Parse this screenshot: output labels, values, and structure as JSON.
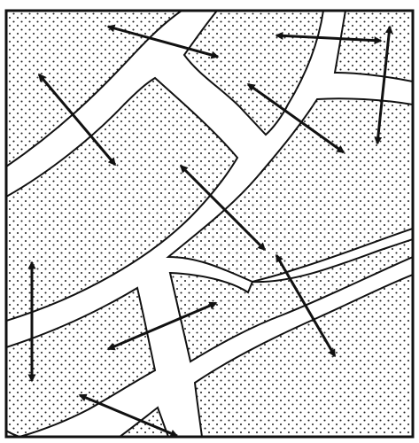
{
  "diagram": {
    "colors": {
      "background": "#ffffff",
      "ink": "#111111",
      "dot": "#222222",
      "road": "#ffffff"
    },
    "parcels": [
      {
        "id": "parcel-1"
      },
      {
        "id": "parcel-2"
      },
      {
        "id": "parcel-3"
      },
      {
        "id": "parcel-4"
      },
      {
        "id": "parcel-5"
      },
      {
        "id": "parcel-6"
      },
      {
        "id": "parcel-7"
      },
      {
        "id": "parcel-8"
      },
      {
        "id": "parcel-9"
      },
      {
        "id": "parcel-10"
      },
      {
        "id": "parcel-11"
      }
    ],
    "arrows": [
      {
        "id": "arrow-1",
        "type": "double-headed"
      },
      {
        "id": "arrow-2",
        "type": "double-headed"
      },
      {
        "id": "arrow-3",
        "type": "double-headed"
      },
      {
        "id": "arrow-4",
        "type": "double-headed"
      },
      {
        "id": "arrow-5",
        "type": "double-headed"
      },
      {
        "id": "arrow-6",
        "type": "double-headed"
      },
      {
        "id": "arrow-7",
        "type": "double-headed"
      },
      {
        "id": "arrow-8",
        "type": "double-headed"
      },
      {
        "id": "arrow-9",
        "type": "double-headed"
      },
      {
        "id": "arrow-10",
        "type": "double-headed"
      },
      {
        "id": "arrow-11",
        "type": "double-headed"
      }
    ]
  }
}
